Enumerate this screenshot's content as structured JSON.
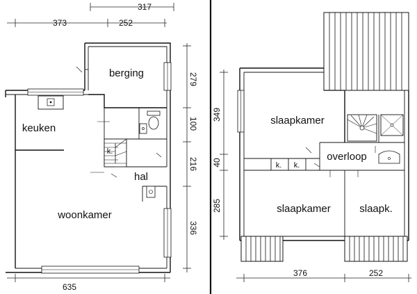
{
  "ground_floor": {
    "dimensions": {
      "top_total": "317",
      "top_left": "373",
      "top_right": "252",
      "right_1": "279",
      "right_2": "100",
      "right_3": "216",
      "right_4": "336",
      "bottom": "635"
    },
    "rooms": {
      "berging": "berging",
      "keuken": "keuken",
      "kast": "k.",
      "hal": "hal",
      "woonkamer": "woonkamer"
    }
  },
  "first_floor": {
    "dimensions": {
      "left_1": "349",
      "left_2": "40",
      "left_3": "285",
      "bottom_left": "376",
      "bottom_right": "252"
    },
    "rooms": {
      "slaapkamer_1": "slaapkamer",
      "kast_1": "k.",
      "kast_2": "k.",
      "overloop": "overloop",
      "slaapkamer_2": "slaapkamer",
      "slaapk": "slaapk."
    }
  }
}
